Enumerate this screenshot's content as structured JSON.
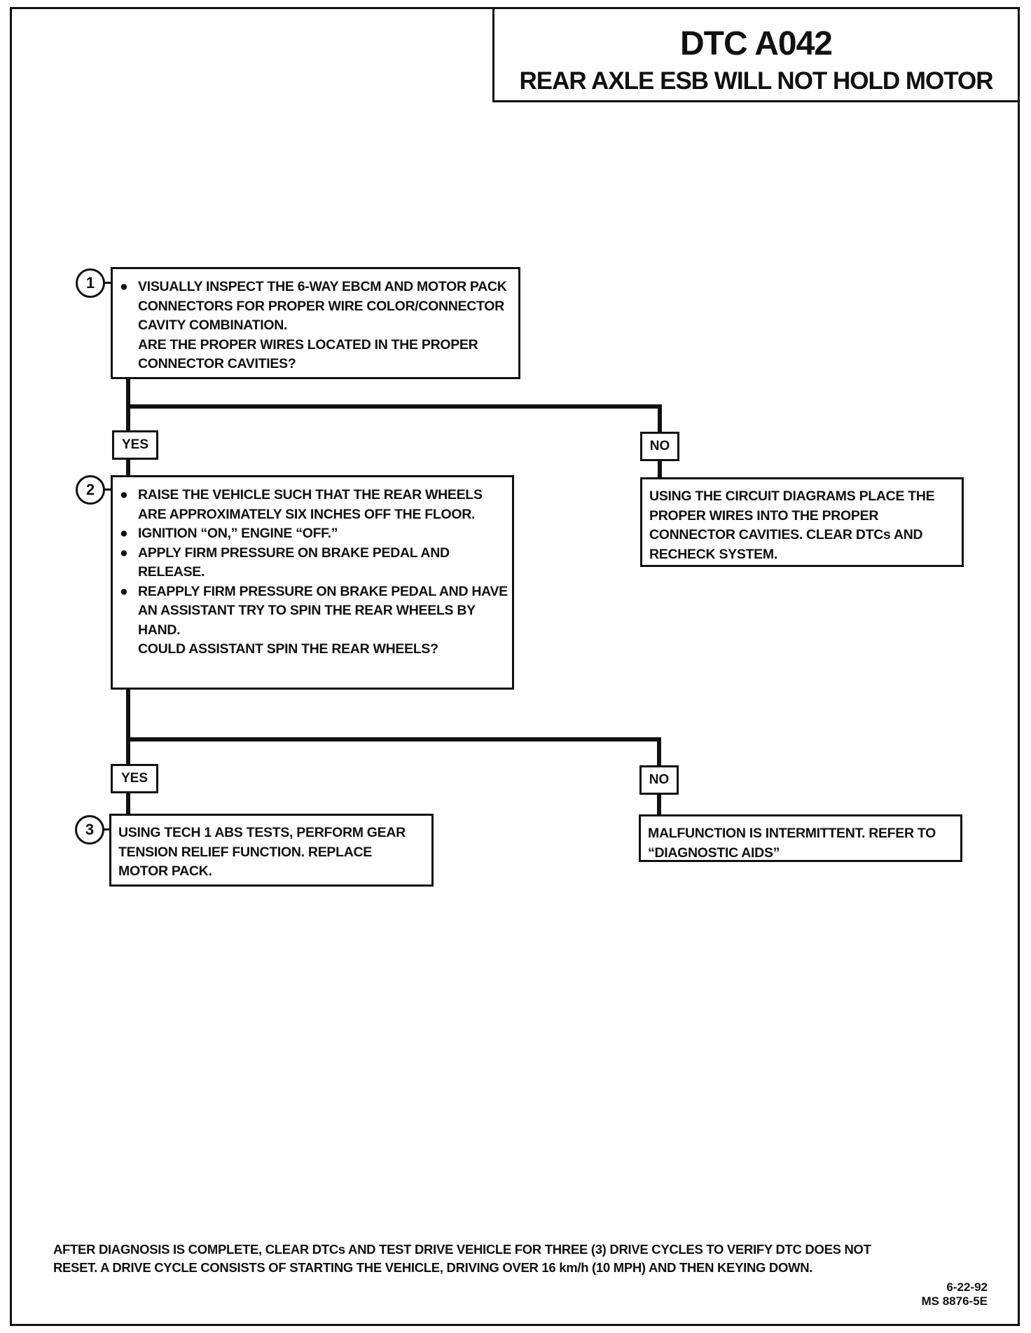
{
  "header": {
    "code": "DTC A042",
    "subtitle": "REAR AXLE ESB WILL NOT HOLD MOTOR"
  },
  "steps": [
    {
      "number": "1",
      "items": [
        "VISUALLY INSPECT THE 6-WAY EBCM AND MOTOR PACK CONNECTORS FOR PROPER WIRE COLOR/CONNECTOR CAVITY COMBINATION."
      ],
      "question": "ARE THE PROPER WIRES LOCATED IN THE PROPER CONNECTOR CAVITIES?"
    },
    {
      "number": "2",
      "items": [
        "RAISE THE VEHICLE SUCH THAT THE REAR WHEELS ARE APPROXIMATELY SIX INCHES OFF THE FLOOR.",
        "IGNITION “ON,” ENGINE “OFF.”",
        "APPLY FIRM PRESSURE ON BRAKE PEDAL AND RELEASE.",
        "REAPPLY FIRM PRESSURE ON BRAKE PEDAL AND HAVE AN ASSISTANT TRY TO SPIN THE REAR WHEELS BY HAND."
      ],
      "question": "COULD ASSISTANT SPIN THE REAR WHEELS?"
    },
    {
      "number": "3",
      "text": "USING TECH 1 ABS TESTS, PERFORM GEAR TENSION RELIEF FUNCTION. REPLACE MOTOR PACK."
    }
  ],
  "branches": {
    "yes_label": "YES",
    "no_label": "NO"
  },
  "outcomes": {
    "step1_no": "USING THE CIRCUIT DIAGRAMS PLACE THE PROPER WIRES INTO THE PROPER CONNECTOR CAVITIES. CLEAR DTCs AND RECHECK SYSTEM.",
    "step2_no": "MALFUNCTION IS INTERMITTENT. REFER TO “DIAGNOSTIC AIDS”"
  },
  "footer": {
    "note": "AFTER DIAGNOSIS IS COMPLETE, CLEAR DTCs AND TEST DRIVE VEHICLE FOR THREE (3) DRIVE CYCLES TO VERIFY DTC DOES NOT RESET. A DRIVE CYCLE CONSISTS OF STARTING THE VEHICLE, DRIVING OVER 16 km/h (10 MPH) AND THEN KEYING DOWN.",
    "date": "6-22-92",
    "code": "MS 8876-5E"
  }
}
